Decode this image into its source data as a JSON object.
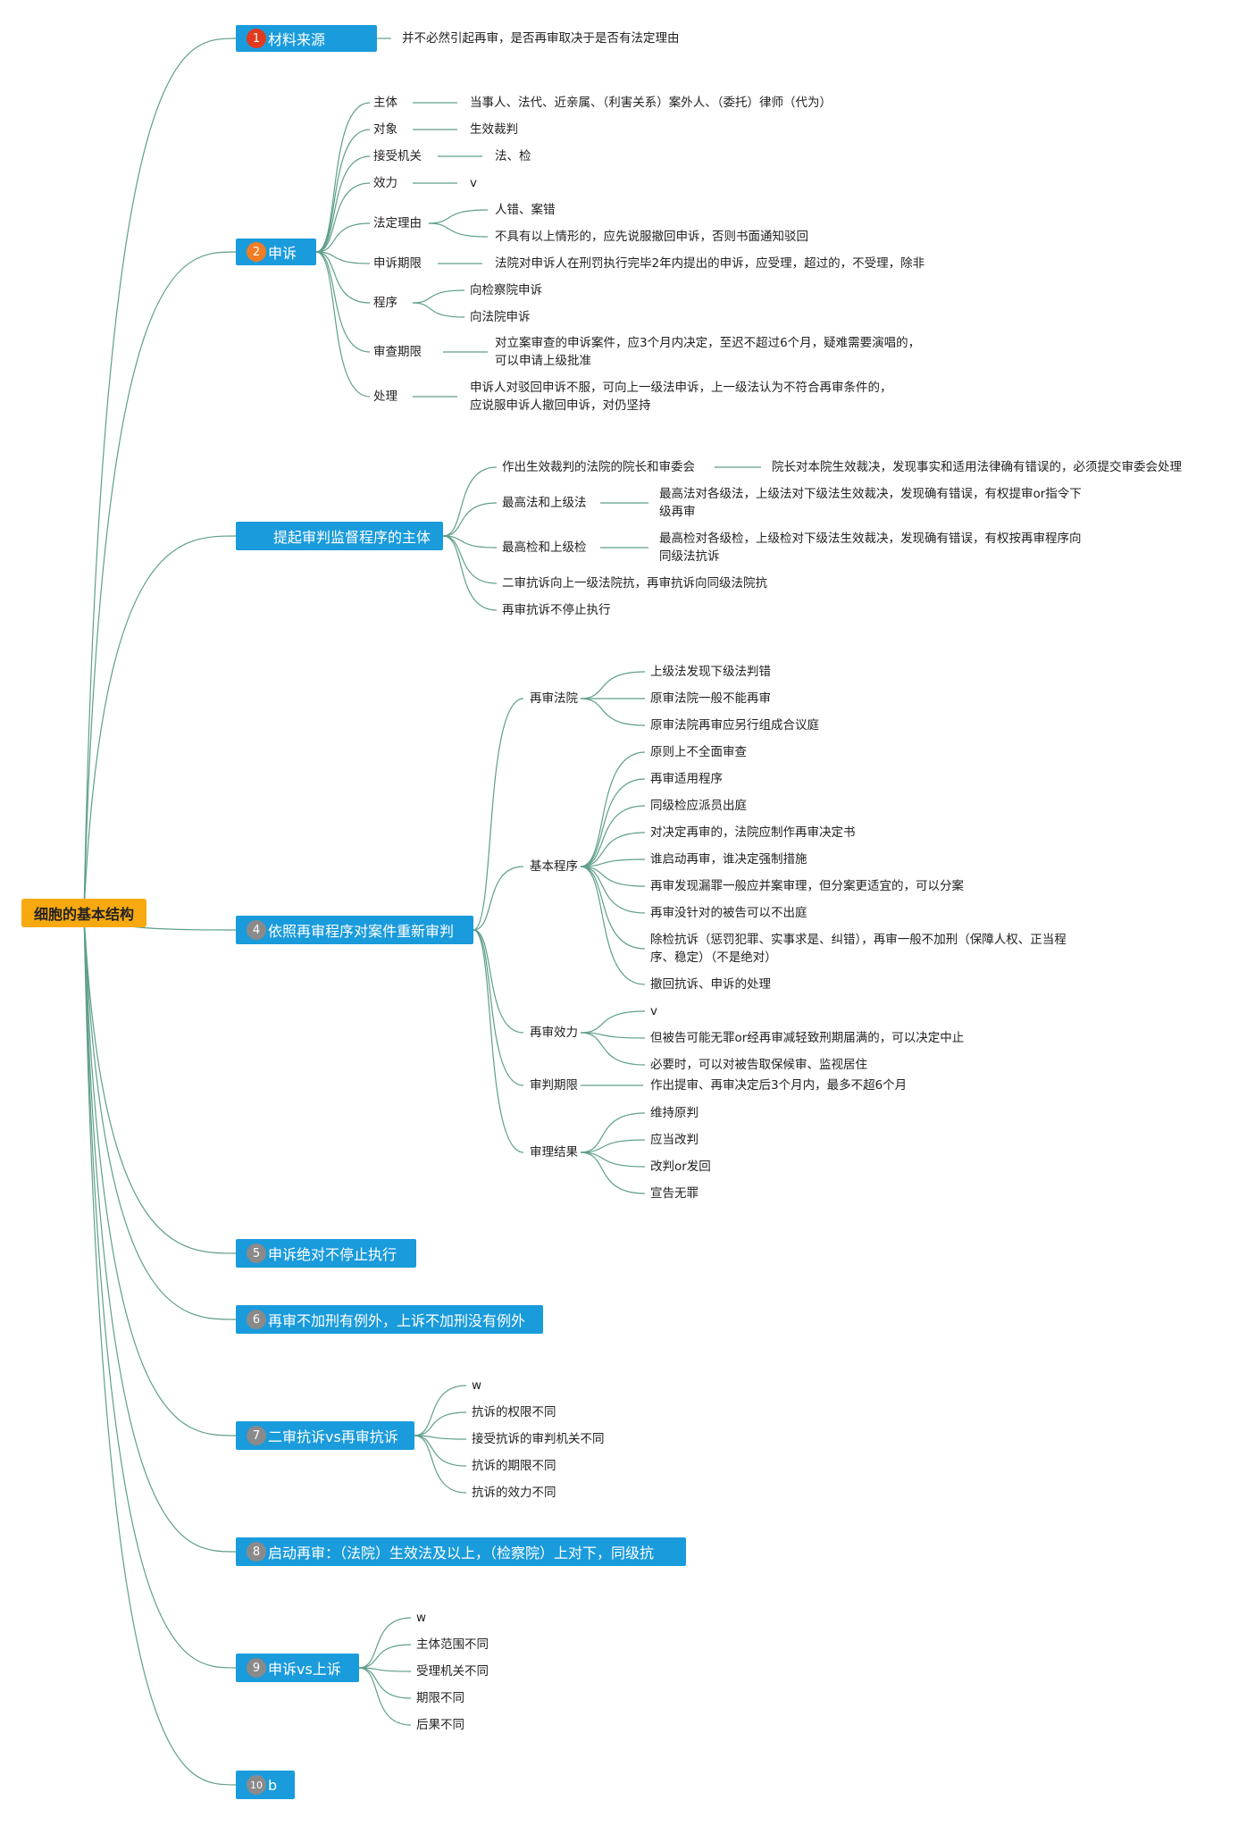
{
  "colors": {
    "root": "#f7a90f",
    "topic": "#1a9bdc",
    "line": "#5f9e8c"
  },
  "root": {
    "label": "细胞的基本结构"
  },
  "topics": [
    {
      "num": "1",
      "color": "#e23a1f",
      "label": "材料来源"
    },
    {
      "num": "2",
      "color": "#f17c24",
      "label": "申诉"
    },
    {
      "num": "",
      "color": "",
      "label": "提起审判监督程序的主体"
    },
    {
      "num": "4",
      "color": "#8a8a8a",
      "label": "依照再审程序对案件重新审判"
    },
    {
      "num": "5",
      "color": "#8a8a8a",
      "label": "申诉绝对不停止执行"
    },
    {
      "num": "6",
      "color": "#8a8a8a",
      "label": "再审不加刑有例外，上诉不加刑没有例外"
    },
    {
      "num": "7",
      "color": "#8a8a8a",
      "label": "二审抗诉vs再审抗诉"
    },
    {
      "num": "8",
      "color": "#8a8a8a",
      "label": "启动再审：（法院）生效法及以上，（检察院）上对下，同级抗"
    },
    {
      "num": "9",
      "color": "#8a8a8a",
      "label": "申诉vs上诉"
    },
    {
      "num": "10",
      "color": "#8a8a8a",
      "label": "b"
    }
  ],
  "t1": {
    "note": "并不必然引起再审，是否再审取决于是否有法定理由"
  },
  "t2": {
    "items": [
      "主体",
      "对象",
      "接受机关",
      "效力",
      "法定理由",
      "申诉期限",
      "程序",
      "审查期限",
      "处理"
    ],
    "subject": "当事人、法代、近亲属、（利害关系）案外人、（委托）律师（代为）",
    "object": "生效裁判",
    "organ": "法、检",
    "effect": "v",
    "reasons": [
      "人错、案错",
      "不具有以上情形的，应先说服撤回申诉，否则书面通知驳回"
    ],
    "period": "法院对申诉人在刑罚执行完毕2年内提出的申诉，应受理，超过的，不受理，除非",
    "procedure": [
      "向检察院申诉",
      "向法院申诉"
    ],
    "review": [
      "对立案审查的申诉案件，应3个月内决定，至迟不超过6个月，疑难需要演唱的，",
      "可以申请上级批准"
    ],
    "handling": [
      "申诉人对驳回申诉不服，可向上一级法申诉，上一级法认为不符合再审条件的，",
      "应说服申诉人撤回申诉，对仍坚持"
    ]
  },
  "t3": {
    "items": [
      "作出生效裁判的法院的院长和审委会",
      "最高法和上级法",
      "最高检和上级检",
      "二审抗诉向上一级法院抗，再审抗诉向同级法院抗",
      "再审抗诉不停止执行"
    ],
    "president": "院长对本院生效裁决，发现事实和适用法律确有错误的，必须提交审委会处理",
    "supreme_court": [
      "最高法对各级法，上级法对下级法生效裁决，发现确有错误，有权提审or指令下",
      "级再审"
    ],
    "supreme_proc": [
      "最高检对各级检，上级检对下级法生效裁决，发现确有错误，有权按再审程序向",
      "同级法抗诉"
    ]
  },
  "t4": {
    "groups": [
      "再审法院",
      "基本程序",
      "再审效力",
      "审判期限",
      "审理结果"
    ],
    "court": [
      "上级法发现下级法判错",
      "原审法院一般不能再审",
      "原审法院再审应另行组成合议庭"
    ],
    "basic": [
      "原则上不全面审查",
      "再审适用程序",
      "同级检应派员出庭",
      "对决定再审的，法院应制作再审决定书",
      "谁启动再审，谁决定强制措施",
      "再审发现漏罪一般应并案审理，但分案更适宜的，可以分案",
      "再审没针对的被告可以不出庭"
    ],
    "basic_multi": [
      "除检抗诉（惩罚犯罪、实事求是、纠错），再审一般不加刑（保障人权、正当程",
      "序、稳定）（不是绝对）"
    ],
    "basic_last": "撤回抗诉、申诉的处理",
    "effect": [
      "v",
      "但被告可能无罪or经再审减轻致刑期届满的，可以决定中止",
      "必要时，可以对被告取保候审、监视居住"
    ],
    "period": "作出提审、再审决定后3个月内，最多不超6个月",
    "result": [
      "维持原判",
      "应当改判",
      "改判or发回",
      "宣告无罪"
    ]
  },
  "t7": {
    "items": [
      "w",
      "抗诉的权限不同",
      "接受抗诉的审判机关不同",
      "抗诉的期限不同",
      "抗诉的效力不同"
    ]
  },
  "t9": {
    "items": [
      "w",
      "主体范围不同",
      "受理机关不同",
      "期限不同",
      "后果不同"
    ]
  }
}
